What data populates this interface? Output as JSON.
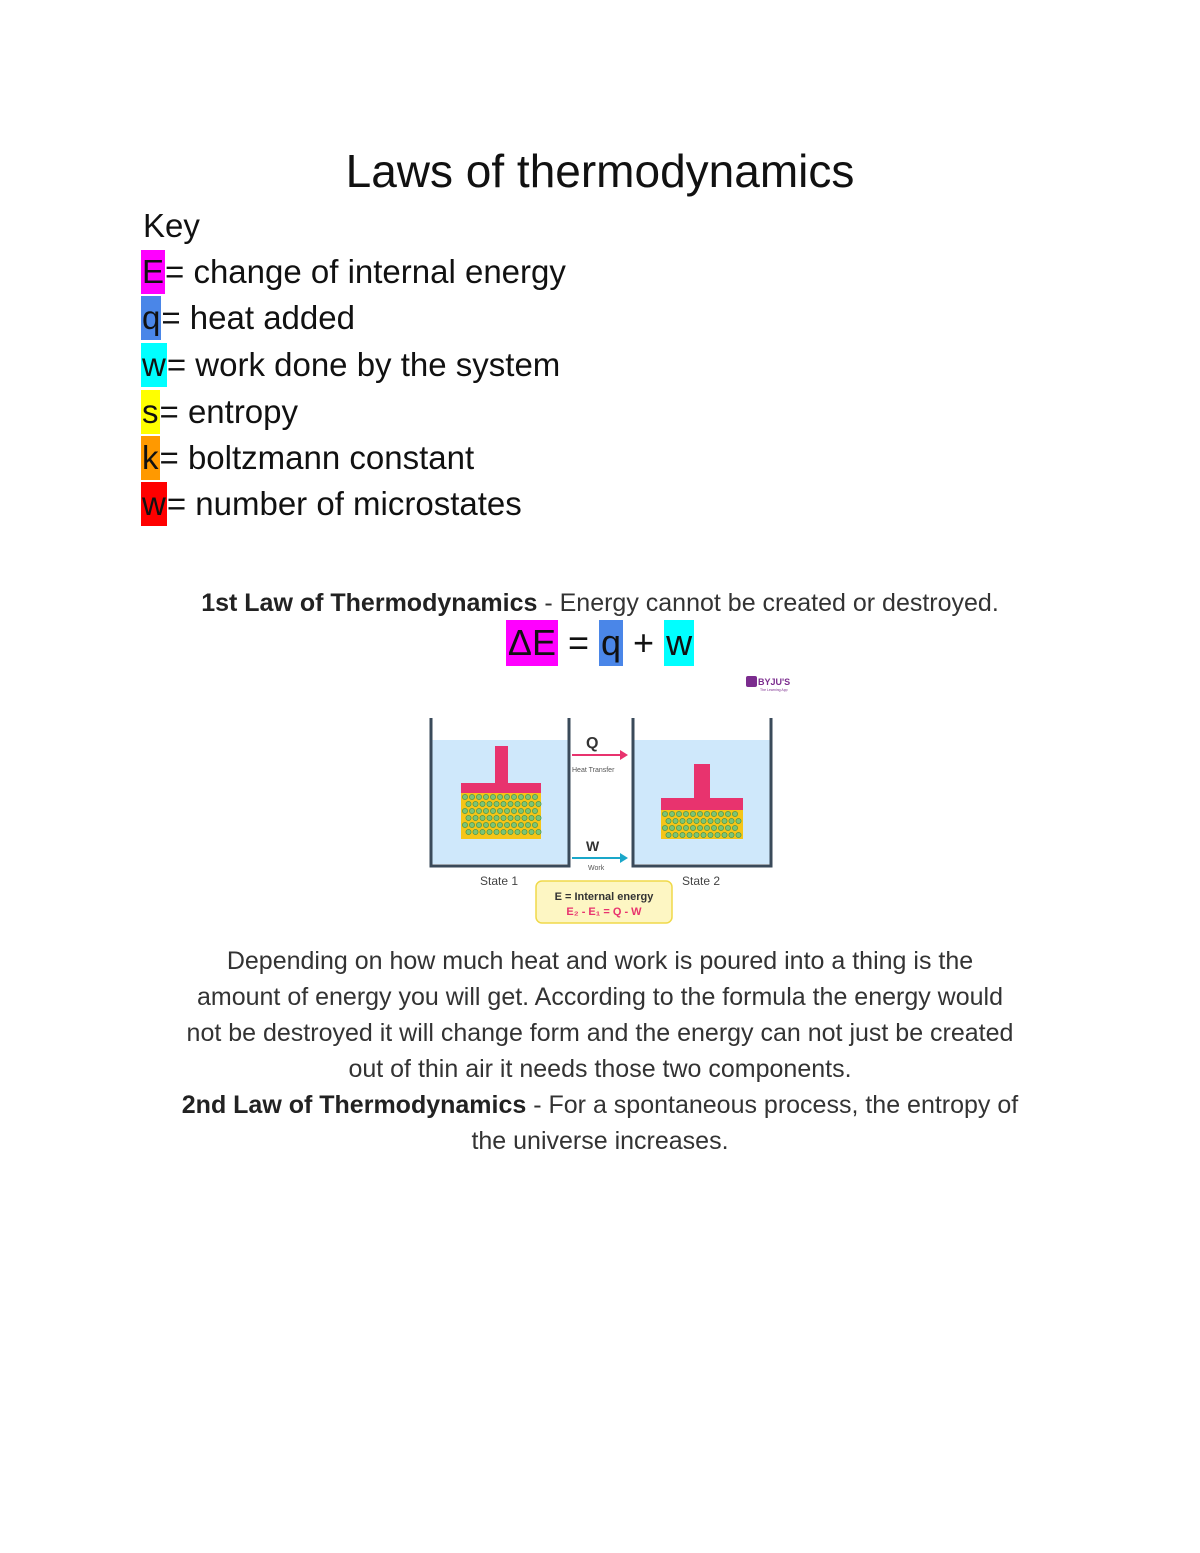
{
  "title": "Laws of thermodynamics",
  "key": {
    "heading": "Key",
    "items": [
      {
        "symbol": "E",
        "text": "= change of internal energy",
        "color": "#ff00ff"
      },
      {
        "symbol": "q",
        "text": "= heat added",
        "color": "#4a86e8"
      },
      {
        "symbol": "w",
        "text": "= work done by the system",
        "color": "#00ffff"
      },
      {
        "symbol": "s",
        "text": "= entropy",
        "color": "#ffff00"
      },
      {
        "symbol": "k",
        "text": "= boltzmann constant",
        "color": "#ff9900"
      },
      {
        "symbol": "w",
        "text": "= number of microstates",
        "color": "#ff0000"
      }
    ]
  },
  "first_law": {
    "title": "1st Law of Thermodynamics",
    "separator": " - ",
    "statement": "Energy cannot be created or destroyed.",
    "equation": {
      "delta_e": "ΔE",
      "equals": " = ",
      "q": "q",
      "plus": " + ",
      "w": "w"
    }
  },
  "diagram": {
    "logo_text": "BYJU'S",
    "logo_tagline": "The Learning App",
    "heat_symbol": "Q",
    "heat_label": "Heat Transfer",
    "work_symbol": "W",
    "work_label": "Work",
    "state1_label": "State 1",
    "state2_label": "State 2",
    "box_line1": "E = Internal energy",
    "box_line2": "E₂ - E₁ = Q - W"
  },
  "paragraph_lines": [
    "Depending on how much heat and work is poured into a thing is the",
    "amount of energy you will get. According to the formula the energy would",
    "not be destroyed it will change form and the energy can not just be created",
    "out of thin air it needs those two components."
  ],
  "second_law": {
    "title": "2nd Law of Thermodynamics",
    "separator": " - ",
    "statement_line1": "For a spontaneous process, the entropy of",
    "statement_line2": "the universe increases."
  }
}
